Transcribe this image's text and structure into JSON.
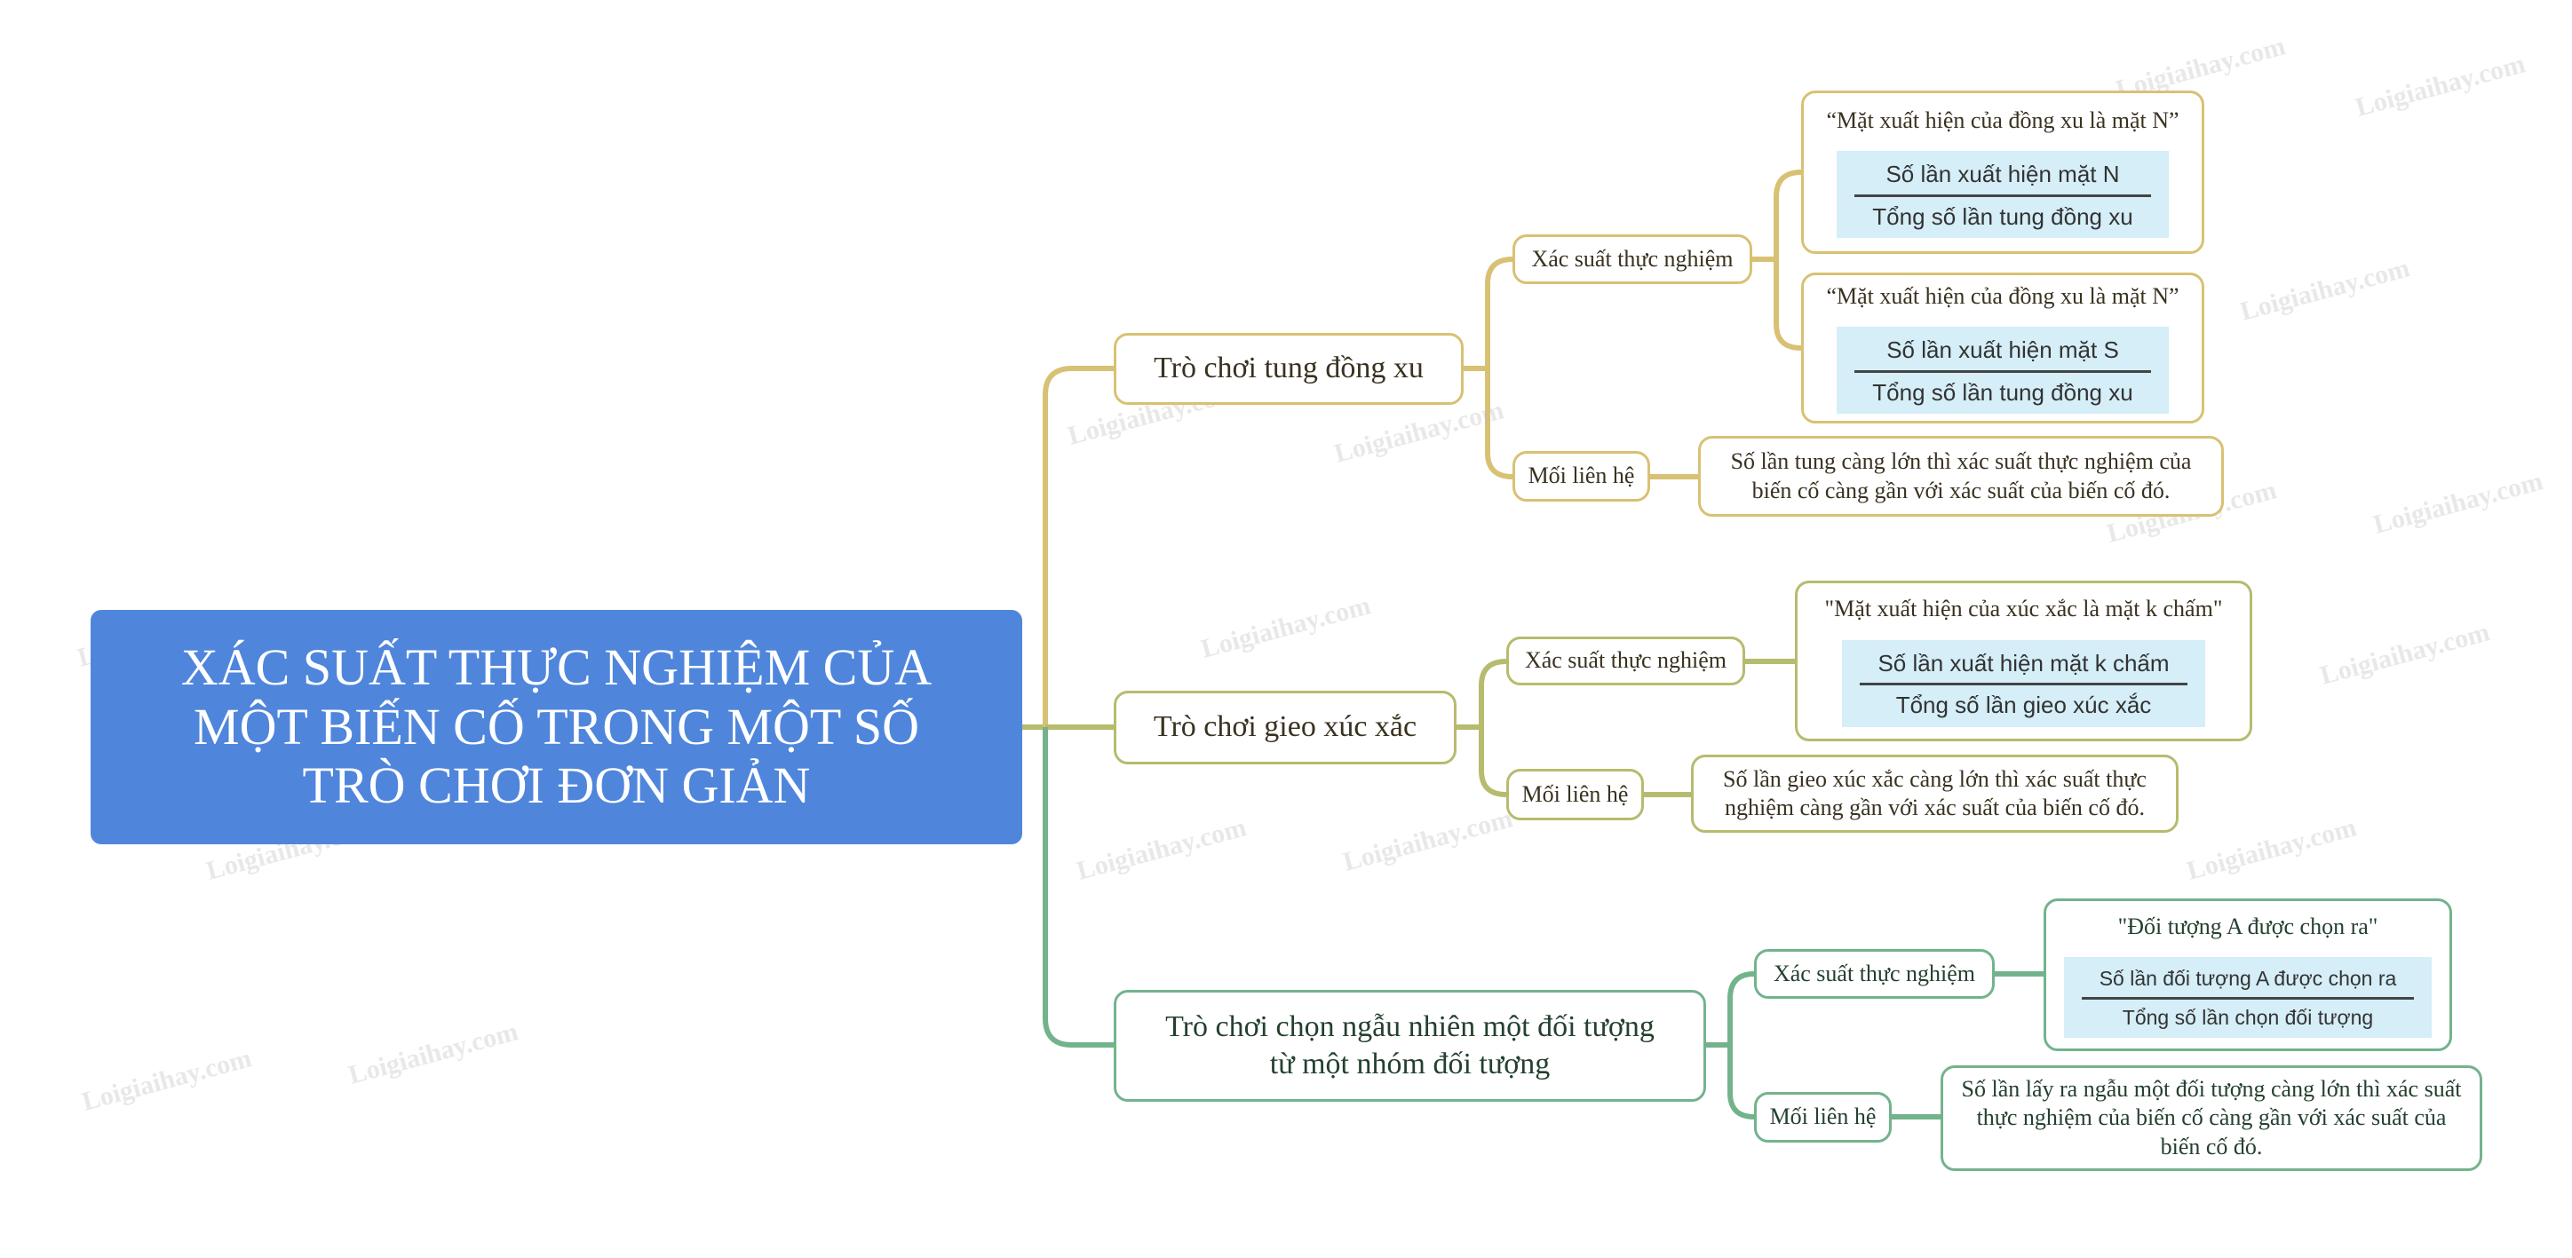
{
  "root": {
    "title": "XÁC SUẤT THỰC NGHIỆM CỦA MỘT BIẾN CỐ TRONG MỘT SỐ TRÒ CHƠI ĐƠN GIẢN"
  },
  "watermark": "Loigiaihay.com",
  "colors": {
    "root": "#4f86dc",
    "branch1": "#d8c173",
    "branch2": "#b7bb6e",
    "branch3": "#73b38c",
    "formula_bg": "#d5eef8"
  },
  "branches": [
    {
      "label": "Trò chơi tung đồng xu",
      "sub": [
        {
          "label": "Xác suất thực nghiệm"
        },
        {
          "label": "Mối liên hệ"
        }
      ],
      "leaves": [
        {
          "text": "“Mặt xuất hiện của đồng xu là mặt N”",
          "num": "Số lần xuất hiện mặt N",
          "den": "Tổng số lần tung đồng xu"
        },
        {
          "text": "“Mặt xuất hiện của đồng xu là mặt N”",
          "num": "Số lần xuất hiện mặt S",
          "den": "Tổng số lần tung đồng xu"
        },
        {
          "text": "Số lần tung càng lớn thì xác suất thực nghiệm của biến cố càng gần với xác suất của biến cố đó."
        }
      ]
    },
    {
      "label": "Trò chơi gieo xúc xắc",
      "sub": [
        {
          "label": "Xác suất thực nghiệm"
        },
        {
          "label": "Mối liên hệ"
        }
      ],
      "leaves": [
        {
          "text": "\"Mặt xuất hiện của xúc xắc là mặt k chấm\"",
          "num": "Số lần xuất hiện mặt k chấm",
          "den": "Tổng số lần gieo xúc xắc"
        },
        {
          "text": "Số lần gieo xúc xắc càng lớn thì xác suất thực nghiệm càng gần với xác suất của biến cố đó."
        }
      ]
    },
    {
      "label": "Trò chơi chọn ngẫu nhiên một đối tượng từ một nhóm đối tượng",
      "sub": [
        {
          "label": "Xác suất thực nghiệm"
        },
        {
          "label": "Mối liên hệ"
        }
      ],
      "leaves": [
        {
          "text": "\"Đối tượng A được chọn ra\"",
          "num": "Số lần đối tượng A được chọn ra",
          "den": "Tổng số lần chọn đối tượng"
        },
        {
          "text": "Số lần lấy ra ngẫu một đối tượng càng lớn thì xác suất thực nghiệm của biến cố càng gần với xác suất của biến cố đó."
        }
      ]
    }
  ]
}
